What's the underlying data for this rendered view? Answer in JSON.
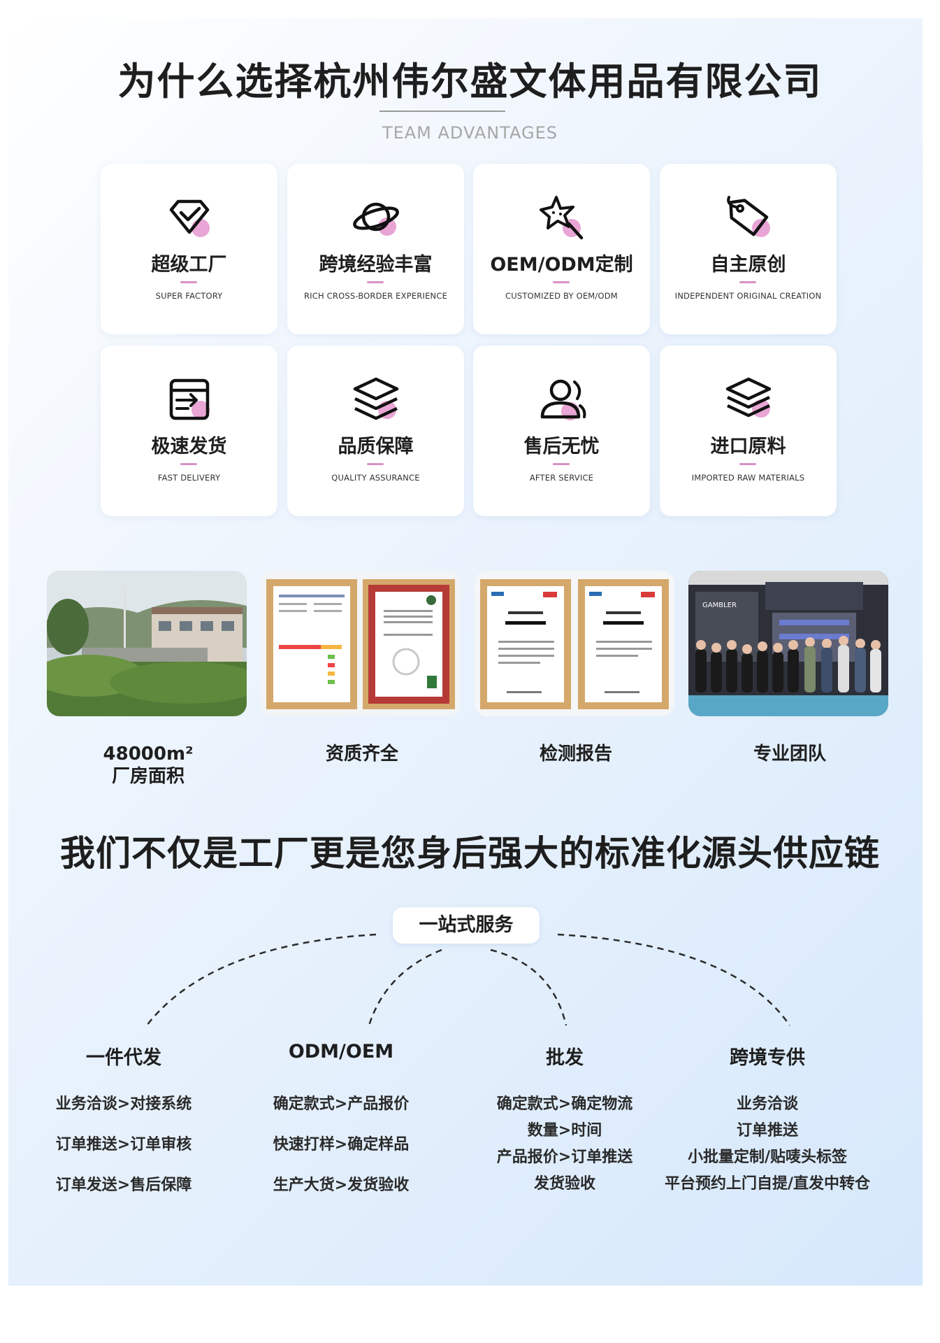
{
  "header": {
    "title": "为什么选择杭州伟尔盛文体用品有限公司",
    "subtitle": "TEAM ADVANTAGES"
  },
  "accent_color": "#e8a5d5",
  "advantages": [
    {
      "title": "超级工厂",
      "sub": "SUPER FACTORY",
      "icon": "shield-check-icon"
    },
    {
      "title": "跨境经验丰富",
      "sub": "RICH CROSS-BORDER EXPERIENCE",
      "icon": "planet-icon"
    },
    {
      "title": "OEM/ODM定制",
      "sub": "CUSTOMIZED BY OEM/ODM",
      "icon": "star-wand-icon"
    },
    {
      "title": "自主原创",
      "sub": "INDEPENDENT ORIGINAL CREATION",
      "icon": "tag-icon"
    },
    {
      "title": "极速发货",
      "sub": "FAST DELIVERY",
      "icon": "delivery-box-icon"
    },
    {
      "title": "品质保障",
      "sub": "QUALITY ASSURANCE",
      "icon": "layers-icon"
    },
    {
      "title": "售后无忧",
      "sub": "AFTER SERVICE",
      "icon": "users-icon"
    },
    {
      "title": "进口原料",
      "sub": "IMPORTED RAW MATERIALS",
      "icon": "stack-icon"
    }
  ],
  "gallery": [
    {
      "caption_line1": "48000m²",
      "caption_line2": "厂房面积"
    },
    {
      "caption_line1": "资质齐全"
    },
    {
      "caption_line1": "检测报告"
    },
    {
      "caption_line1": "专业团队"
    }
  ],
  "booth_sign": "GAMBLER",
  "supply": {
    "title": "我们不仅是工厂更是您身后强大的标准化源头供应链",
    "hub": "一站式服务",
    "columns": [
      {
        "title": "一件代发",
        "items": [
          "业务洽谈>对接系统",
          "订单推送>订单审核",
          "订单发送>售后保障"
        ]
      },
      {
        "title": "ODM/OEM",
        "items": [
          "确定款式>产品报价",
          "快速打样>确定样品",
          "生产大货>发货验收"
        ]
      },
      {
        "title": "批发",
        "items": [
          "确定款式>确定物流",
          "数量>时间",
          "产品报价>订单推送",
          "发货验收"
        ]
      },
      {
        "title": "跨境专供",
        "items": [
          "业务洽谈",
          "订单推送",
          "小批量定制/贴唛头标签",
          "平台预约上门自提/直发中转仓"
        ]
      }
    ]
  }
}
